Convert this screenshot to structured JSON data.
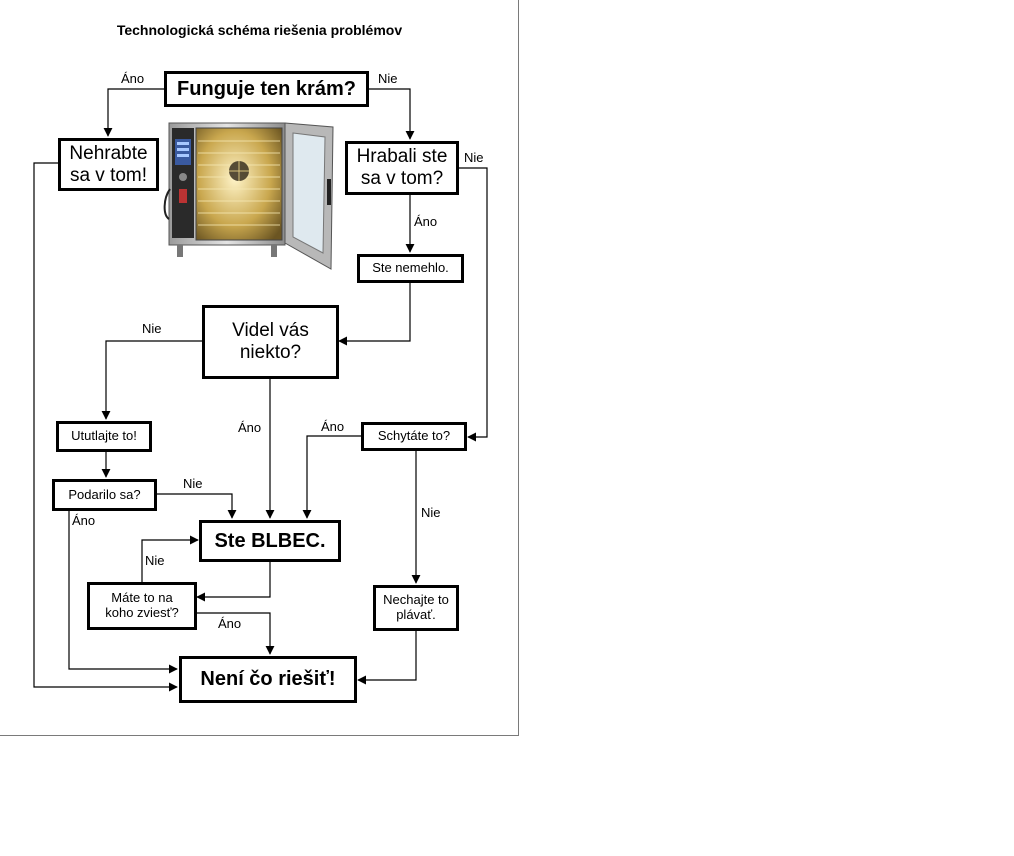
{
  "title": "Technologická schéma riešenia problémov",
  "nodes": {
    "start": "Funguje ten krám?",
    "dont_touch": "Nehrabte sa v tom!",
    "did_touch": "Hrabali ste sa v tom?",
    "fool": "Ste nemehlo.",
    "seen": "Videl vás niekto?",
    "hide": "Ututlajte to!",
    "success": "Podarilo sa?",
    "idiot": "Ste BLBEC.",
    "caught": "Schytáte to?",
    "blame": "Máte to na koho zviesť?",
    "float": "Nechajte to plávať.",
    "nothing": "Není čo riešiť!"
  },
  "edge_labels": {
    "start_yes": "Áno",
    "start_no": "Nie",
    "did_touch_no": "Nie",
    "did_touch_yes": "Áno",
    "seen_no": "Nie",
    "seen_yes": "Áno",
    "caught_yes": "Áno",
    "success_no": "Nie",
    "success_yes": "Áno",
    "blame_no": "Nie",
    "blame_yes": "Áno",
    "caught_no": "Nie"
  },
  "image": {
    "subject": "combi oven with open door",
    "icon": "oven-icon"
  },
  "colors": {
    "line": "#000000",
    "background": "#ffffff",
    "frame": "#7a7a7a"
  }
}
